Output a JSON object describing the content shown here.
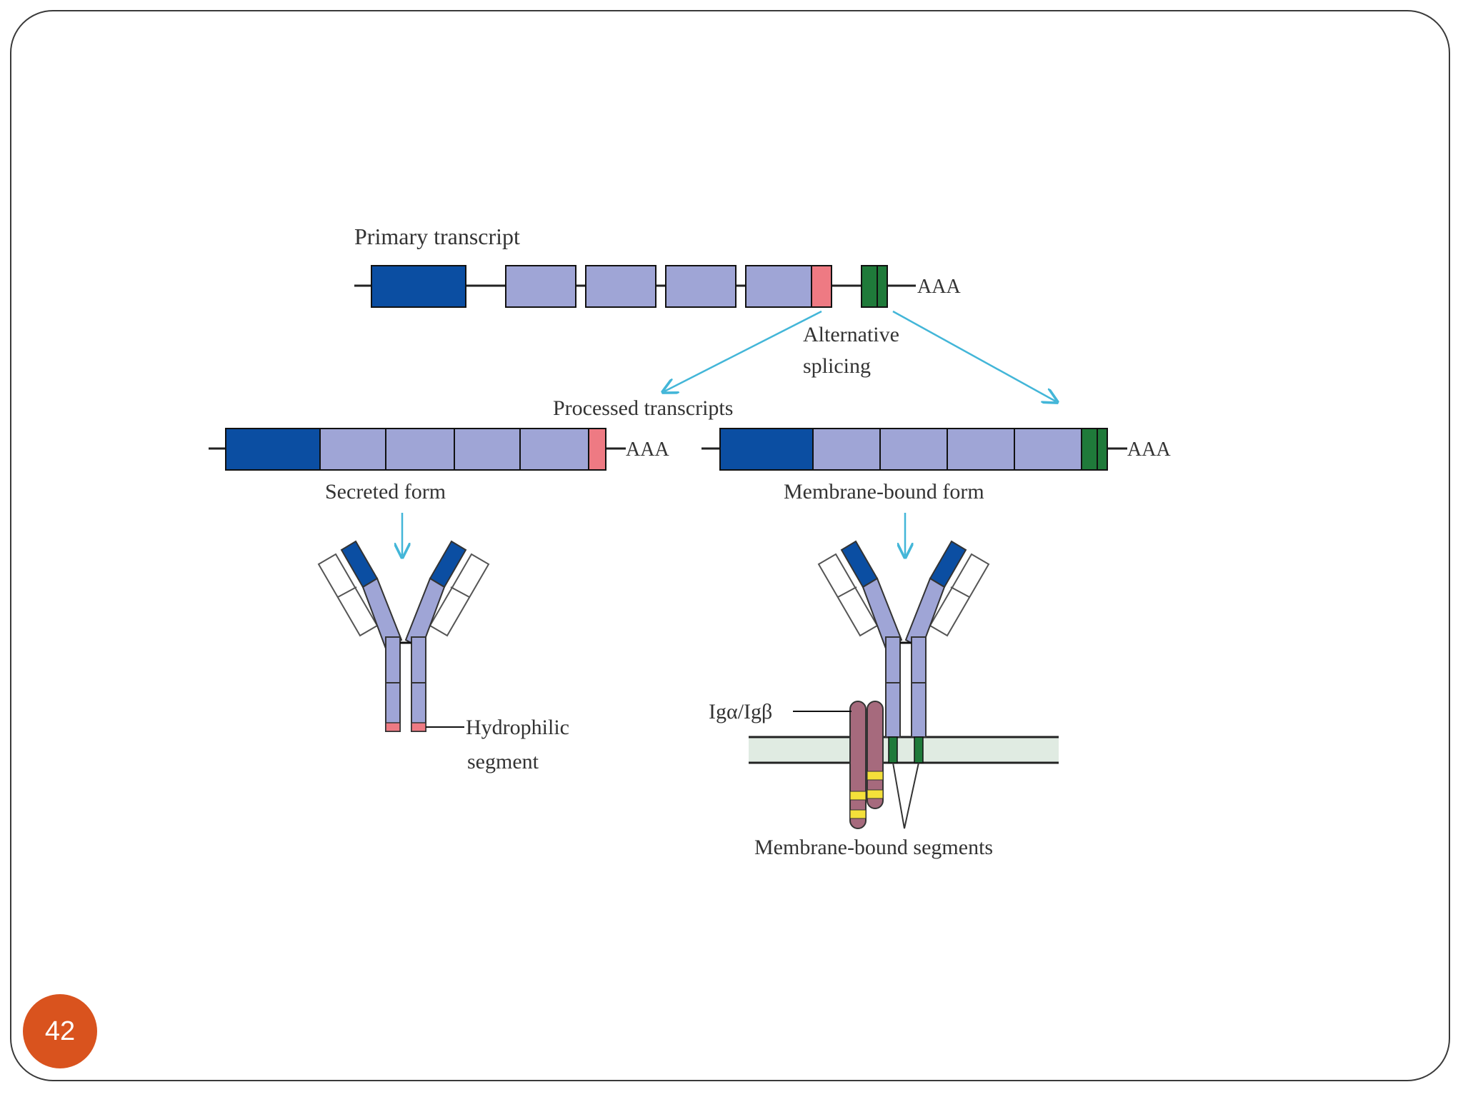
{
  "colors": {
    "dark_blue": "#0b4ea2",
    "light_blue": "#9fa5d6",
    "pink": "#ee7a83",
    "green": "#1f7a3a",
    "arrow_cyan": "#43b6d8",
    "ig_alpha_beta": "#a66a7d",
    "itam_yellow": "#f4e03a",
    "membrane": "#e0ebe2",
    "badge": "#d9531e"
  },
  "labels": {
    "primary_transcript": "Primary transcript",
    "poly_a": "AAA",
    "alternative": "Alternative",
    "splicing": "splicing",
    "processed_transcripts": "Processed transcripts",
    "secreted_form": "Secreted form",
    "membrane_bound_form": "Membrane-bound form",
    "hydrophilic": "Hydrophilic",
    "segment": "segment",
    "ig_alpha_beta": "Igα/Igβ",
    "membrane_bound_segments": "Membrane-bound segments"
  },
  "slide": {
    "page_number": "42"
  }
}
